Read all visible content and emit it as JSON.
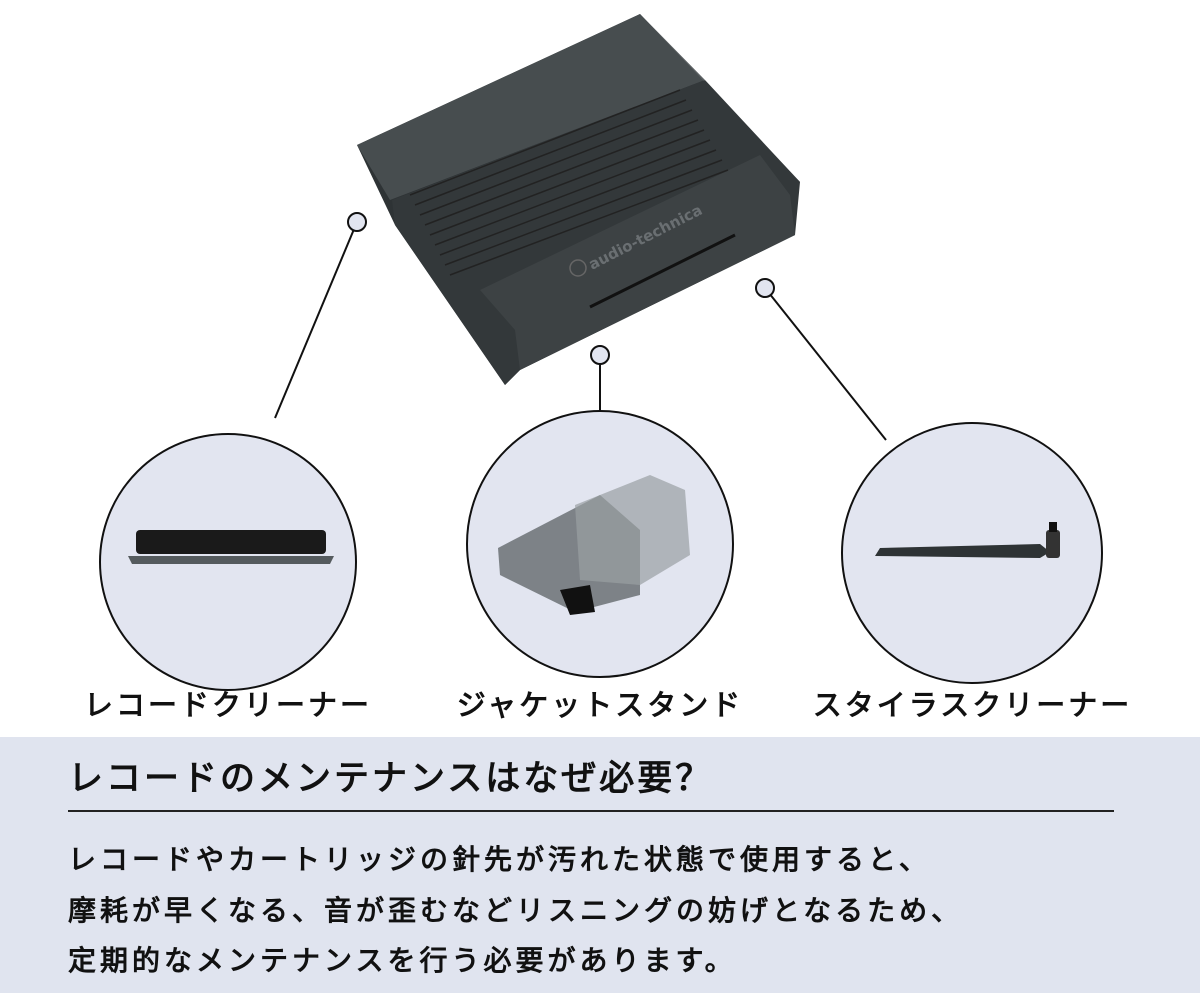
{
  "product": {
    "brand_logo_text": "audio-technica",
    "components": [
      {
        "label": "レコードクリーナー"
      },
      {
        "label": "ジャケットスタンド"
      },
      {
        "label": "スタイラスクリーナー"
      }
    ]
  },
  "info": {
    "heading": "レコードのメンテナンスはなぜ必要？",
    "body_lines": [
      "レコードやカートリッジの針先が汚れた状態で使用すると、",
      "摩耗が早くなる、音が歪むなどリスニングの妨げとなるため、",
      "定期的なメンテナンスを行う必要があります。"
    ]
  },
  "colors": {
    "circle_fill": "#e2e5f0",
    "panel": "#e0e4ef",
    "product": "#2c3032"
  }
}
